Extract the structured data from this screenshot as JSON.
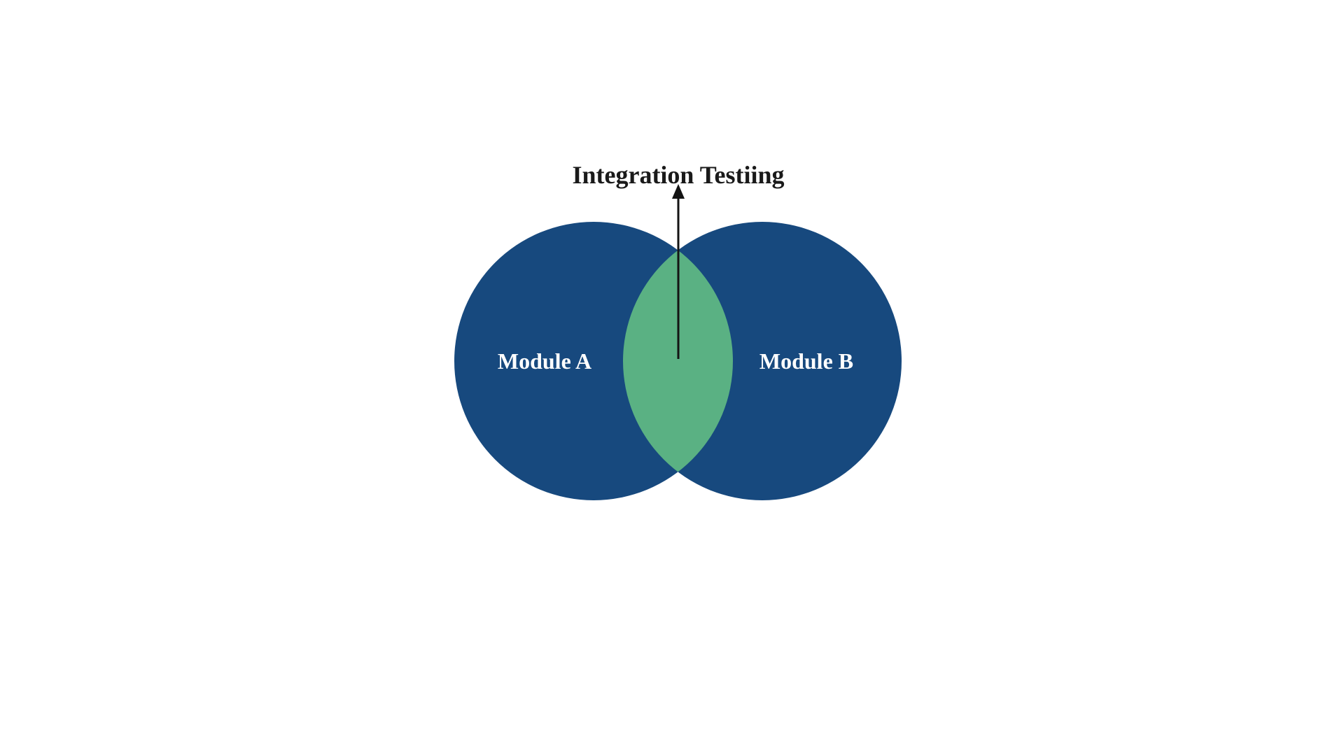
{
  "diagram": {
    "title": "Integration Testiing",
    "left_circle_label": "Module A",
    "right_circle_label": "Module B"
  },
  "colors": {
    "circle_fill": "#17497e",
    "intersection_fill": "#5ab183",
    "arrow": "#141414",
    "title_text": "#1a1a1a",
    "module_text": "#ffffff",
    "background": "#ffffff"
  }
}
